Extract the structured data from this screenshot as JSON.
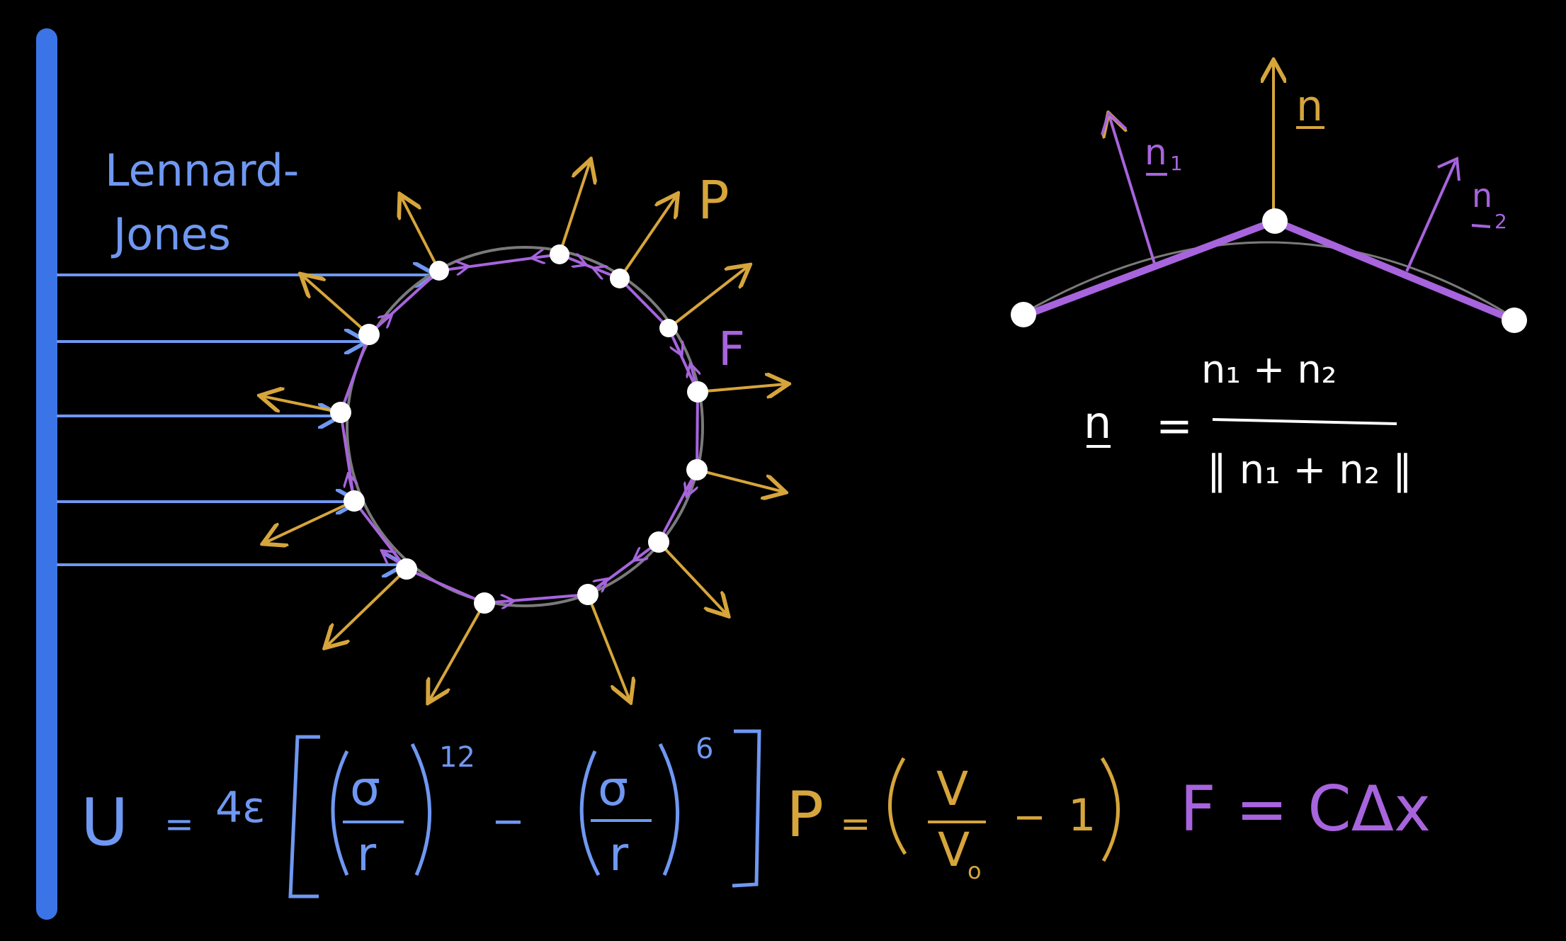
{
  "colors": {
    "background": "#000000",
    "wall": "#3b74e6",
    "lj": "#6f98f2",
    "pressure": "#d6a53b",
    "spring": "#a764dd",
    "curve": "#7a7a7a",
    "node": "#ffffff"
  },
  "labels": {
    "lj_line1": "Lennard-",
    "lj_line2": "Jones",
    "pressure": "P",
    "force": "F",
    "normal": "n",
    "normal_1": "n",
    "normal_1_sub": "1",
    "normal_2": "n",
    "normal_2_sub": "2"
  },
  "normal_formula": {
    "lhs": "n",
    "equals": "=",
    "numerator": "n₁ + n₂",
    "denominator": "‖ n₁ + n₂ ‖"
  },
  "lj_formula": {
    "lhs": "U",
    "eq": "=",
    "coeff": "4ε",
    "sigma": "σ",
    "r": "r",
    "exp12": "12",
    "minus": "−",
    "exp6": "6"
  },
  "pressure_formula": {
    "lhs": "P",
    "eq": "=",
    "V": "V",
    "V0": "V",
    "V0_sub": "o",
    "minus": "−",
    "one": "1"
  },
  "force_formula": {
    "text": "F = CΔx"
  }
}
